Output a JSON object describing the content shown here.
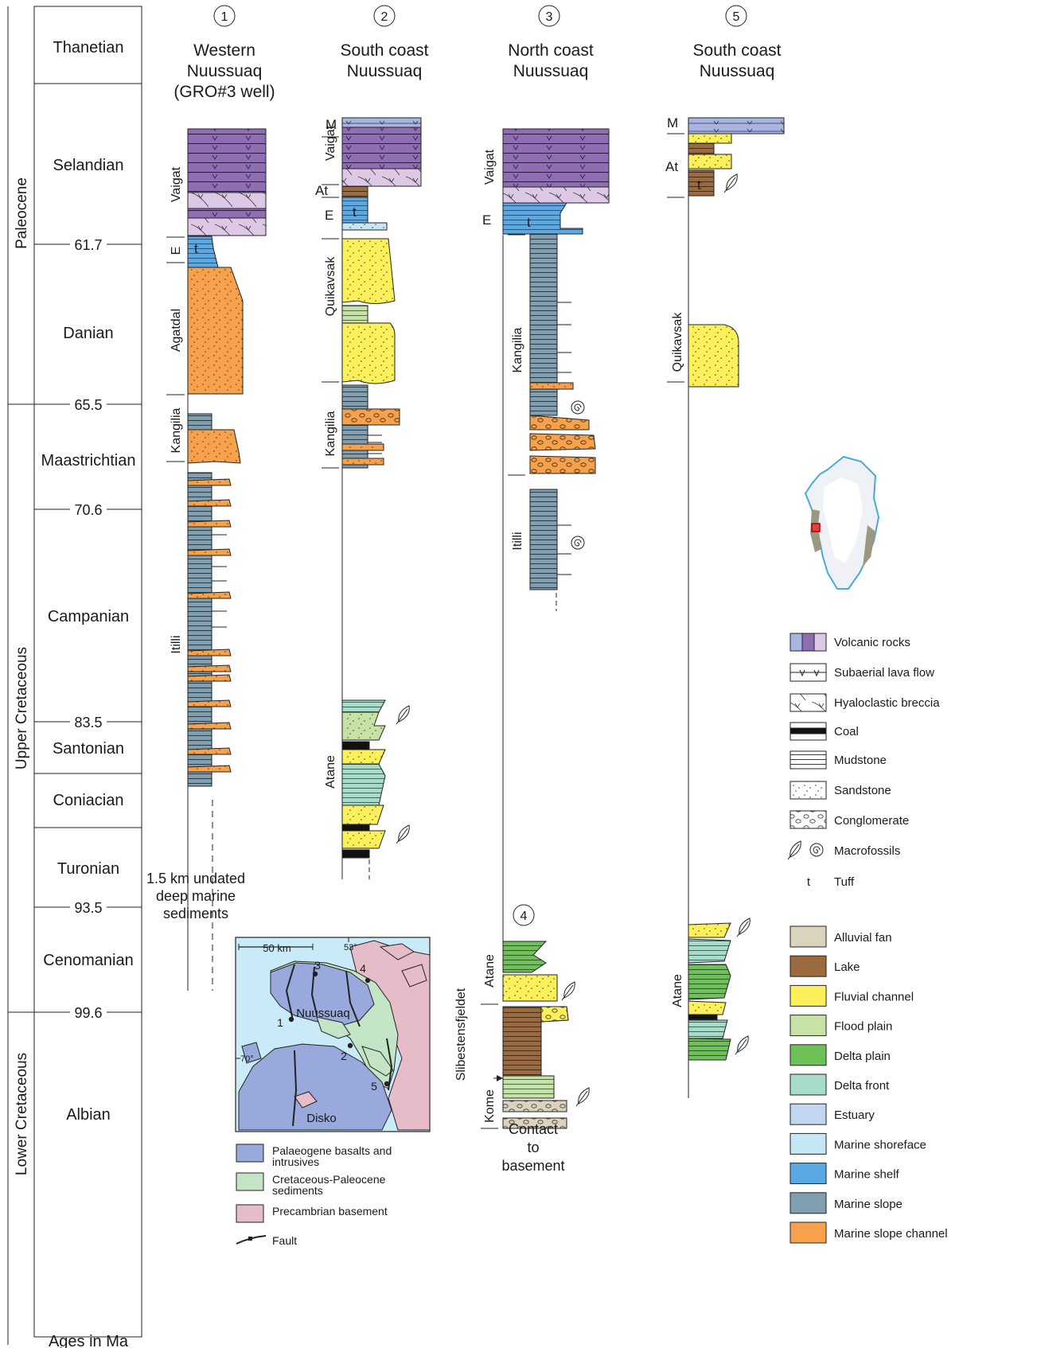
{
  "colors": {
    "volcanic_dark": "#8e6db3",
    "volcanic_light": "#ddc9e6",
    "volcanic_blue": "#a9b5e0",
    "mudstone": "#7f9fb1",
    "marine_shelf": "#5aa9e2",
    "marine_shoreface": "#c5e6f5",
    "estuary": "#c2d6ef",
    "slope_channel": "#f6a24c",
    "fluvial": "#fbf059",
    "lake": "#9b6a3e",
    "flood_plain": "#c6e2a4",
    "delta_plain": "#6ec156",
    "delta_front": "#a6dcc8",
    "alluvial": "#dcd3bd",
    "map_water": "#c8ebf7",
    "map_basalt": "#9aa9dc",
    "map_sediment": "#c4e4c6",
    "map_basement": "#e6bcc9"
  },
  "column_numbers": [
    "1",
    "2",
    "3",
    "4",
    "5"
  ],
  "columns": {
    "c1": {
      "title": [
        "Western",
        "Nuussuaq",
        "(GRO#3 well)"
      ],
      "note": [
        "1.5 km undated",
        "deep marine",
        "sediments"
      ]
    },
    "c2": {
      "title": [
        "South coast",
        "Nuussuaq"
      ]
    },
    "c3": {
      "title": [
        "North coast",
        "Nuussuaq"
      ],
      "note": [
        "Contact",
        "to",
        "basement"
      ]
    },
    "c5": {
      "title": [
        "South coast",
        "Nuussuaq"
      ]
    }
  },
  "stages": [
    "Thanetian",
    "Selandian",
    "Danian",
    "Maastrichtian",
    "Campanian",
    "Santonian",
    "Coniacian",
    "Turonian",
    "Cenomanian",
    "Albian"
  ],
  "epochs": [
    "Paleocene",
    "Upper Cretaceous",
    "Lower Cretaceous"
  ],
  "ages": [
    "61.7",
    "65.5",
    "70.6",
    "83.5",
    "93.5",
    "99.6"
  ],
  "ages_label": "Ages in Ma",
  "formations": {
    "vaigat": "Vaigat",
    "e": "E",
    "agatdal": "Agatdal",
    "kangilia": "Kangilia",
    "itilli": "Itilli",
    "m": "M",
    "at": "At",
    "quikavsak": "Quikavsak",
    "atane": "Atane",
    "slibestensfjeldet": "Slibestensfjeldet",
    "kome": "Kome",
    "tuff_symbol": "t"
  },
  "legend_lithology": [
    "Volcanic rocks",
    "Subaerial lava flow",
    "Hyaloclastic breccia",
    "Coal",
    "Mudstone",
    "Sandstone",
    "Conglomerate",
    "Macrofossils",
    "Tuff"
  ],
  "legend_environment": [
    {
      "label": "Alluvial fan",
      "color": "#dcd3bd"
    },
    {
      "label": "Lake",
      "color": "#9b6a3e"
    },
    {
      "label": "Fluvial channel",
      "color": "#fbf059"
    },
    {
      "label": "Flood plain",
      "color": "#c6e2a4"
    },
    {
      "label": "Delta plain",
      "color": "#6ec156"
    },
    {
      "label": "Delta front",
      "color": "#a6dcc8"
    },
    {
      "label": "Estuary",
      "color": "#c2d6ef"
    },
    {
      "label": "Marine shoreface",
      "color": "#c5e6f5"
    },
    {
      "label": "Marine shelf",
      "color": "#5aa9e2"
    },
    {
      "label": "Marine slope",
      "color": "#7f9fb1"
    },
    {
      "label": "Marine slope channel",
      "color": "#f6a24c"
    }
  ],
  "map": {
    "scale": "50 km",
    "lon": "53°",
    "lat": "70°",
    "nuussuaq": "Nuussuaq",
    "disko": "Disko",
    "points": [
      "1",
      "2",
      "3",
      "4",
      "5"
    ]
  },
  "map_legend": [
    {
      "label": [
        "Palaeogene basalts and",
        "intrusives"
      ],
      "color": "#9aa9dc"
    },
    {
      "label": [
        "Cretaceous-Paleocene",
        "sediments"
      ],
      "color": "#c4e4c6"
    },
    {
      "label": [
        "Precambrian basement"
      ],
      "color": "#e6bcc9"
    },
    {
      "label": [
        "Fault"
      ]
    }
  ]
}
